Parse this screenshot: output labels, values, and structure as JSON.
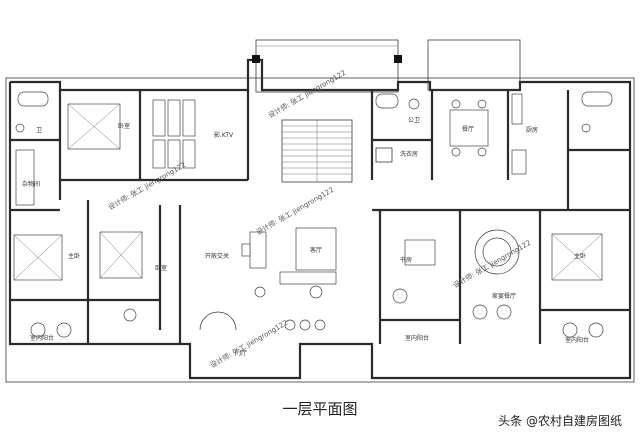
{
  "caption": "一层平面图",
  "credit": "头条 @农村自建房图纸",
  "watermark": "设计师: 张工 jiengrong122",
  "rooms": {
    "bath_left": "卫",
    "bedroom_top_left": "卧室",
    "ktv": "影.KTV",
    "storage": "杂物间",
    "bedroom_mid_left": "卧室",
    "master_left": "主卧",
    "balcony_left": "室内阳台",
    "corridor": "开敞交关",
    "foyer": "门厅",
    "living": "客厅",
    "stair_bath": "公卫",
    "laundry": "洗衣房",
    "dining": "餐厅",
    "kitchen": "厨房",
    "study": "书房",
    "family_dining": "家宴餐厅",
    "balcony_mid": "室内阳台",
    "master_right": "主卧",
    "balcony_right": "室内阳台"
  }
}
